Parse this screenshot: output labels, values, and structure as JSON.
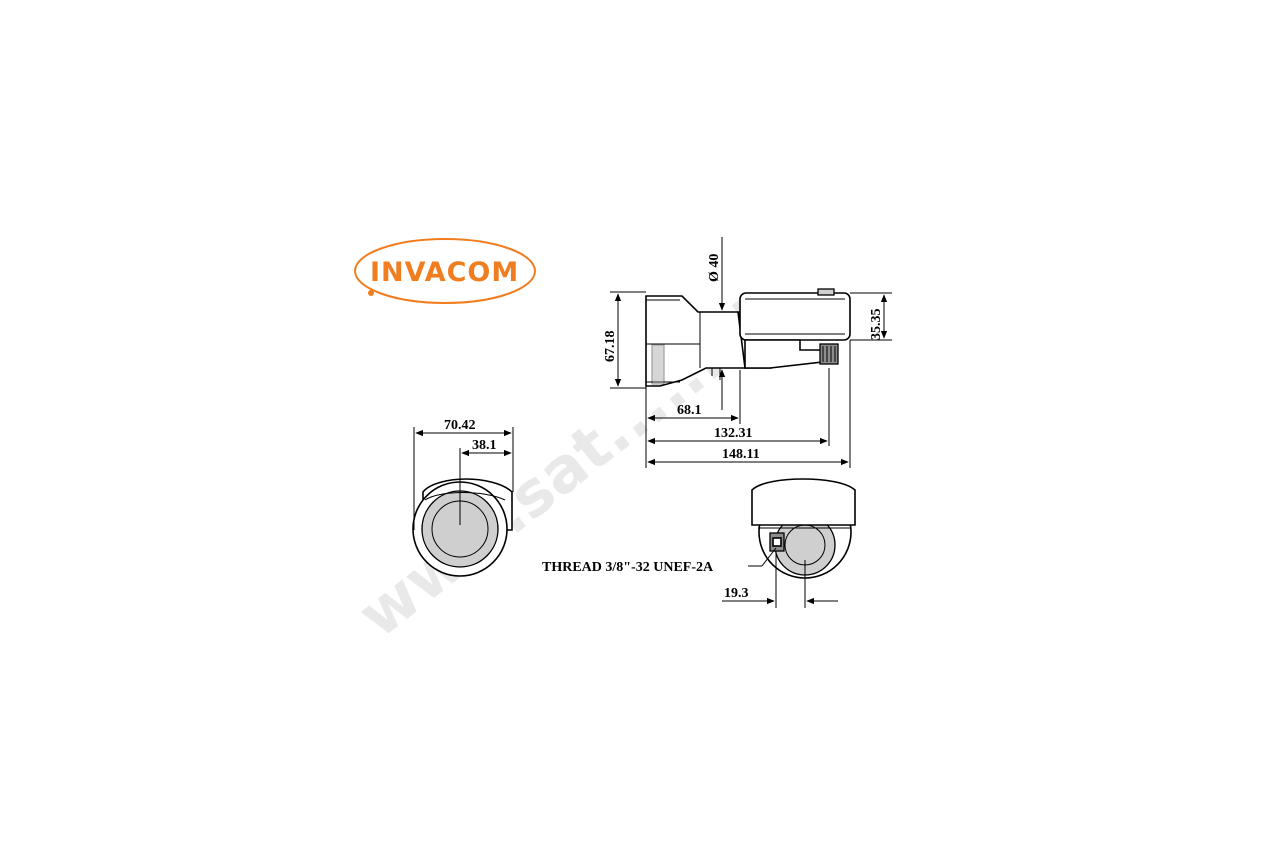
{
  "brand": {
    "logo_text": "INVACOM",
    "color": "#f07d1f"
  },
  "watermark": {
    "text": "www.sat......sk"
  },
  "dimensions": {
    "feed_diameter": "Ø 40",
    "feed_height": "67.18",
    "housing_height": "35.35",
    "feed_length": "68.1",
    "connector_length": "132.31",
    "total_length": "148.11",
    "front_width": "70.42",
    "front_offset": "38.1",
    "connector_offset": "19.3"
  },
  "labels": {
    "thread": "THREAD 3/8\"-32 UNEF-2A"
  }
}
